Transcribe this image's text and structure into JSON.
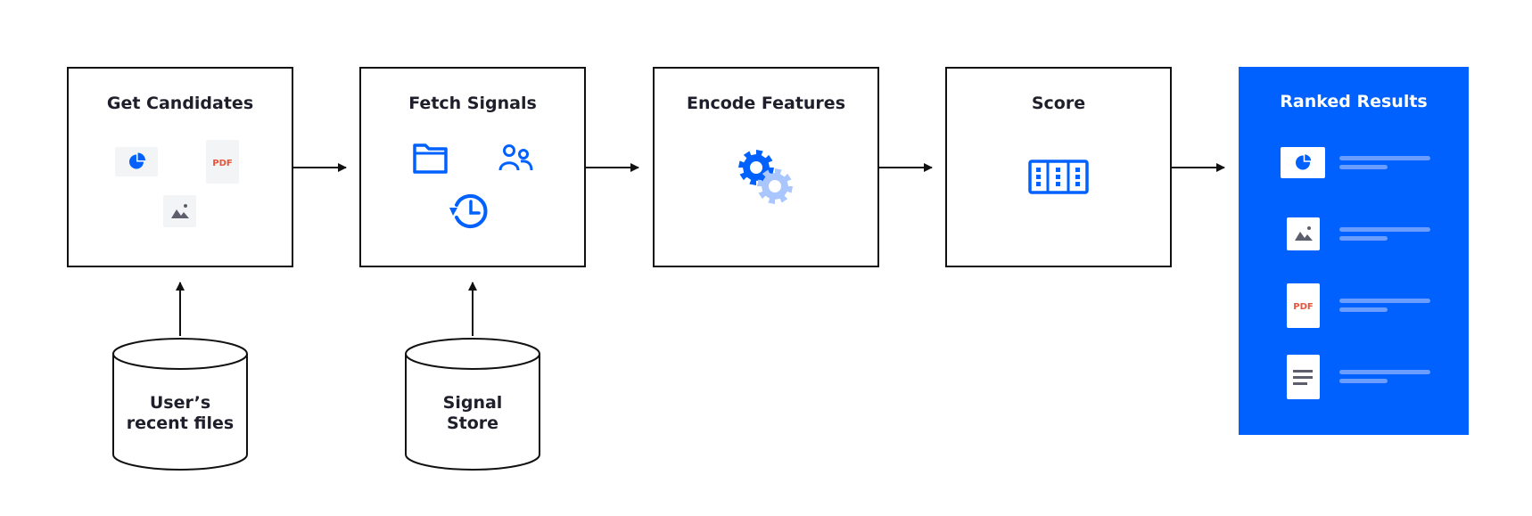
{
  "stages": [
    {
      "title": "Get Candidates"
    },
    {
      "title": "Fetch Signals"
    },
    {
      "title": "Encode Features"
    },
    {
      "title": "Score"
    }
  ],
  "results": {
    "title": "Ranked Results",
    "items": [
      {
        "icon": "pie-chart-file-icon"
      },
      {
        "icon": "image-file-icon"
      },
      {
        "icon": "pdf-file-icon",
        "label": "PDF"
      },
      {
        "icon": "text-document-icon"
      }
    ]
  },
  "databases": [
    {
      "line1": "User’s",
      "line2": "recent files"
    },
    {
      "line1": "Signal",
      "line2": "Store"
    }
  ],
  "candidate_icons": {
    "pdf_label": "PDF"
  },
  "colors": {
    "primary_blue": "#0061fe",
    "light_blue": "#aac6ff",
    "text_dark": "#1e1f2b",
    "pdf_red": "#e8553a",
    "tile_gray": "#f3f4f6",
    "icon_gray": "#5c5f6b"
  }
}
